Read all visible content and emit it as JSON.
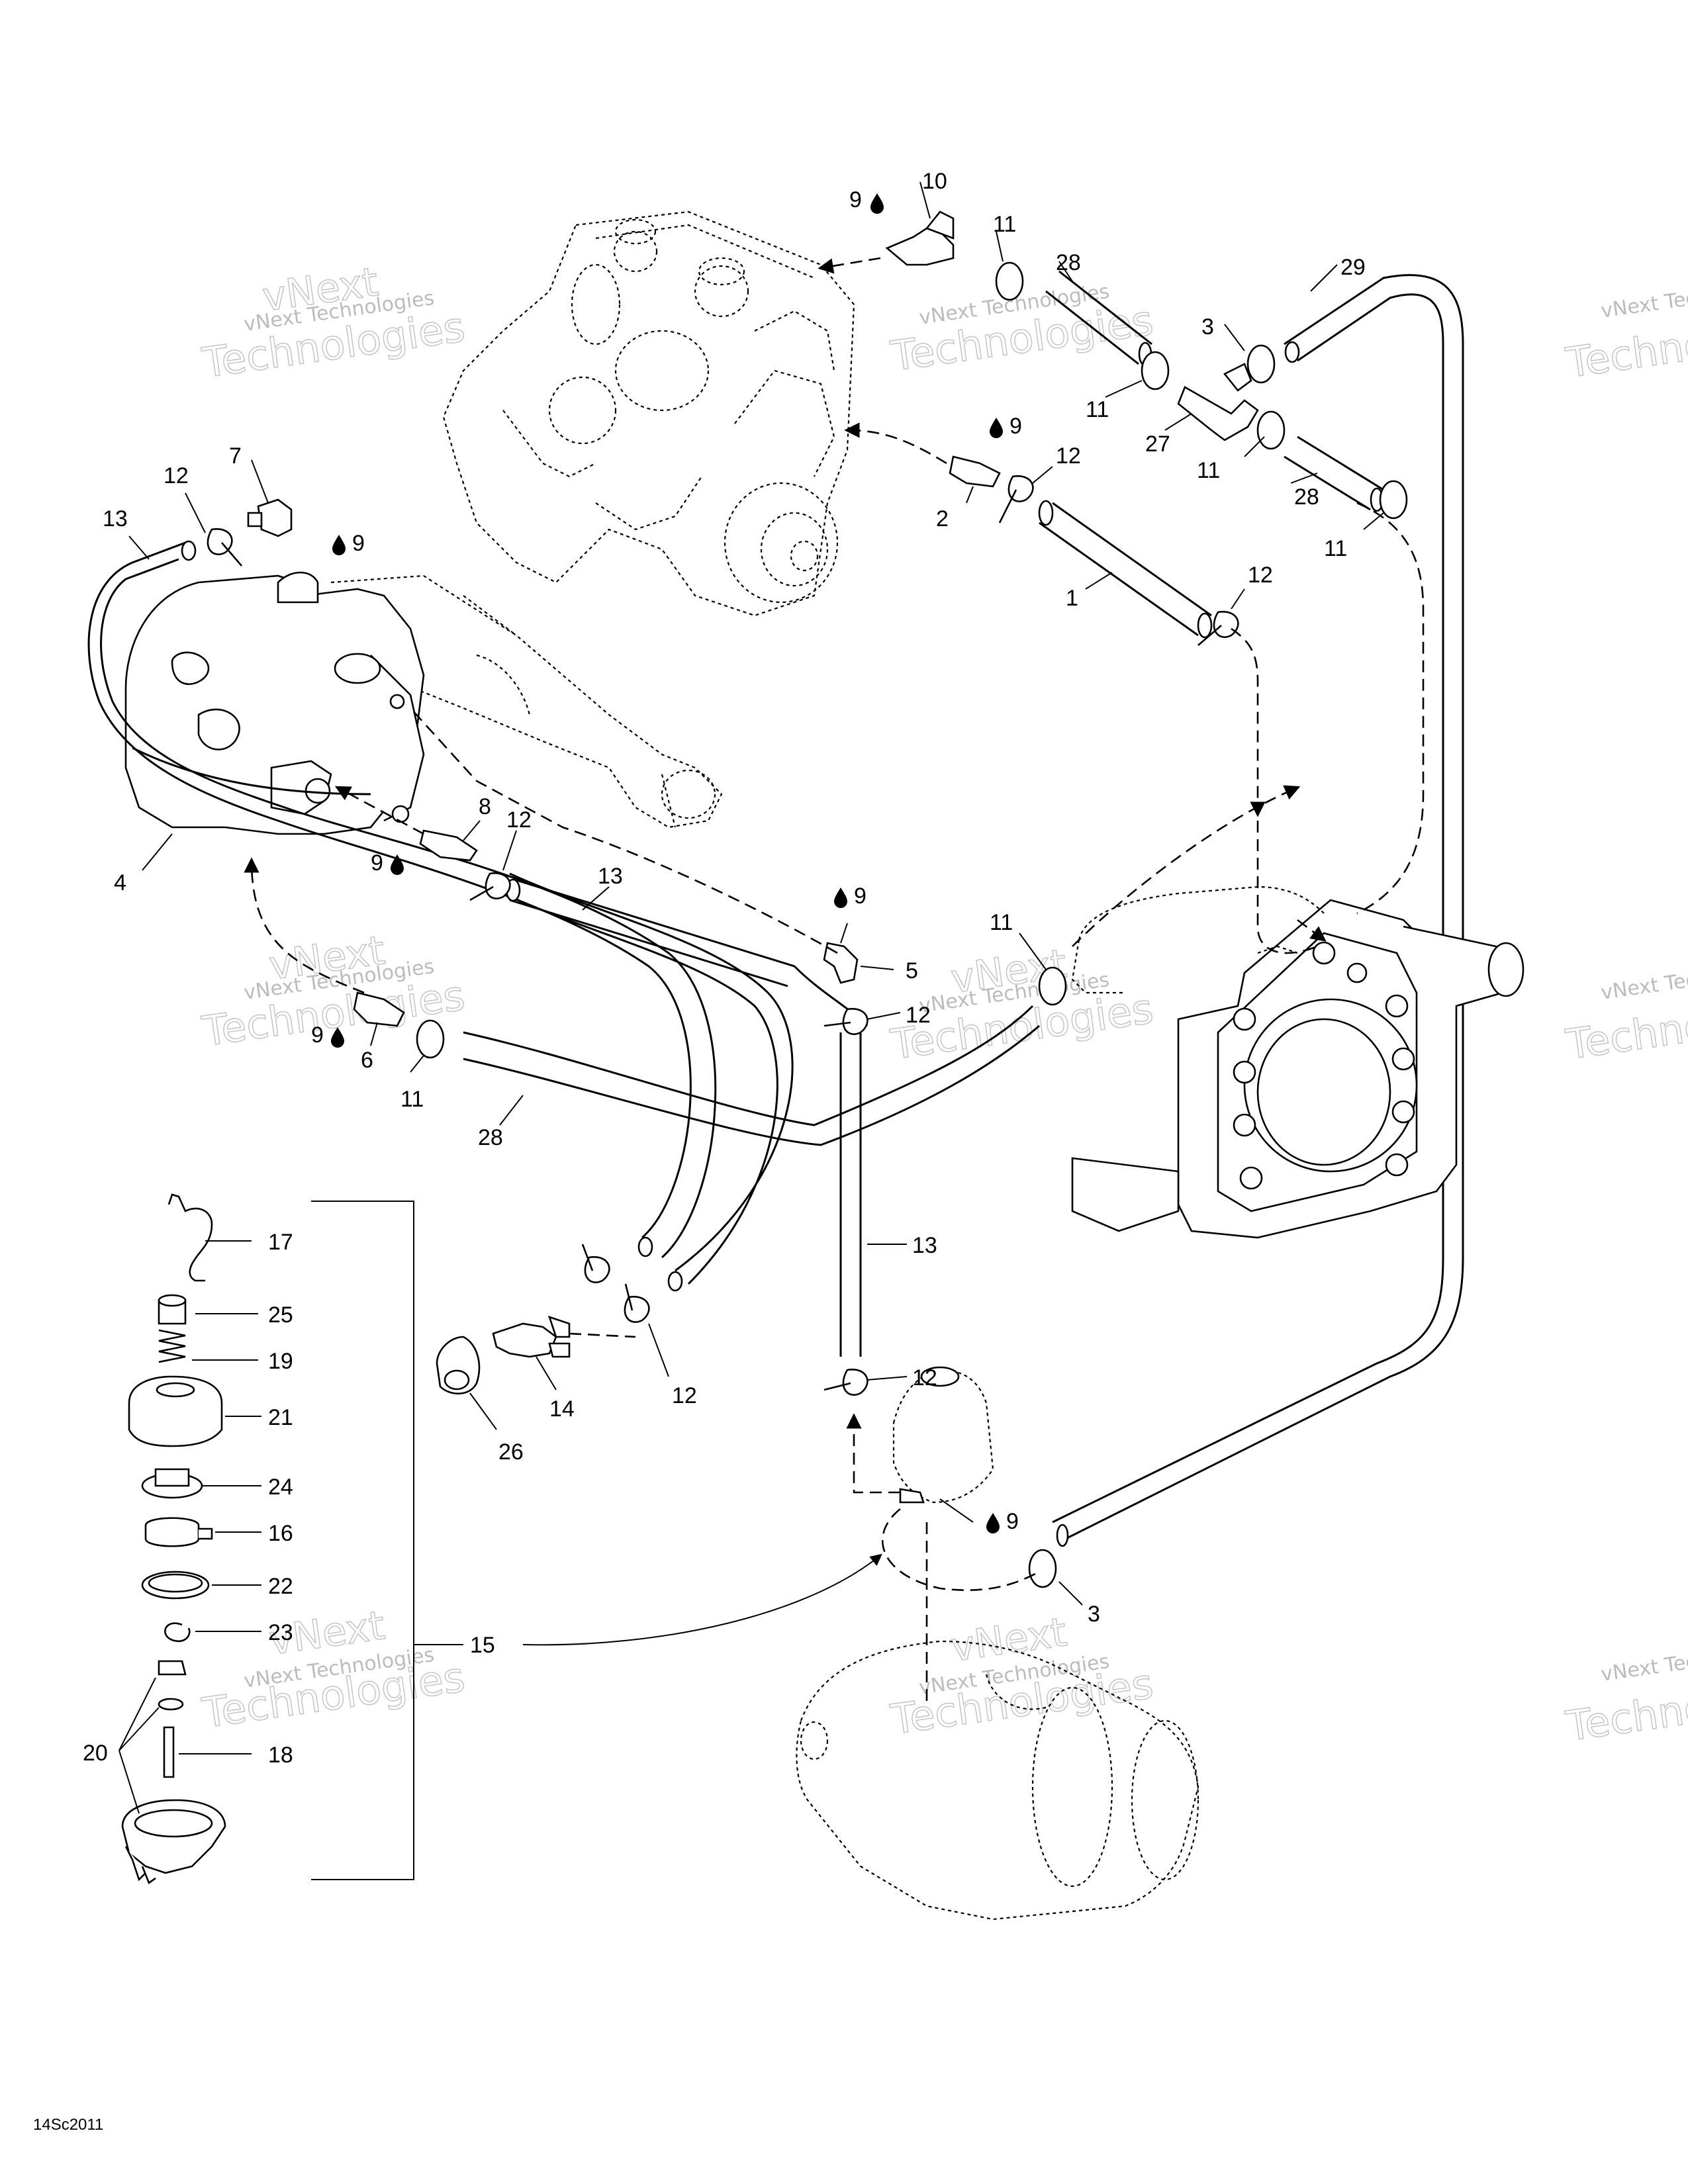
{
  "drawing_code": "14Sc2011",
  "watermark": {
    "line1": "vNext Technologies",
    "line2": "vNext",
    "line3": "Technologies"
  },
  "callouts": {
    "c1": "1",
    "c2": "2",
    "c3a": "3",
    "c3b": "3",
    "c4": "4",
    "c5": "5",
    "c6": "6",
    "c7": "7",
    "c8": "8",
    "c9a": "9",
    "c9b": "9",
    "c9c": "9",
    "c9d": "9",
    "c9e": "9",
    "c9f": "9",
    "c9g": "9",
    "c10": "10",
    "c11a": "11",
    "c11b": "11",
    "c11c": "11",
    "c11d": "11",
    "c11e": "11",
    "c11f": "11",
    "c12a": "12",
    "c12b": "12",
    "c12c": "12",
    "c12d": "12",
    "c12e": "12",
    "c12f": "12",
    "c12g": "12",
    "c13a": "13",
    "c13b": "13",
    "c13c": "13",
    "c14": "14",
    "c15": "15",
    "c16": "16",
    "c17": "17",
    "c18": "18",
    "c19": "19",
    "c20": "20",
    "c21": "21",
    "c22": "22",
    "c23": "23",
    "c24": "24",
    "c25": "25",
    "c26": "26",
    "c27": "27",
    "c28a": "28",
    "c28b": "28",
    "c28c": "28",
    "c29": "29"
  },
  "icons": {
    "droplet": "droplet-icon"
  }
}
